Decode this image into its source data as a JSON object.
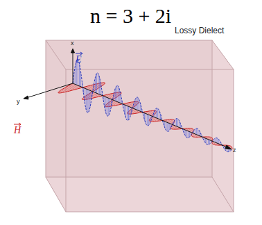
{
  "diagram": {
    "title": "n = 3 + 2i",
    "labels": [
      "x",
      "y",
      "z",
      "E",
      "H",
      "Lossy Dielect"
    ]
  }
}
